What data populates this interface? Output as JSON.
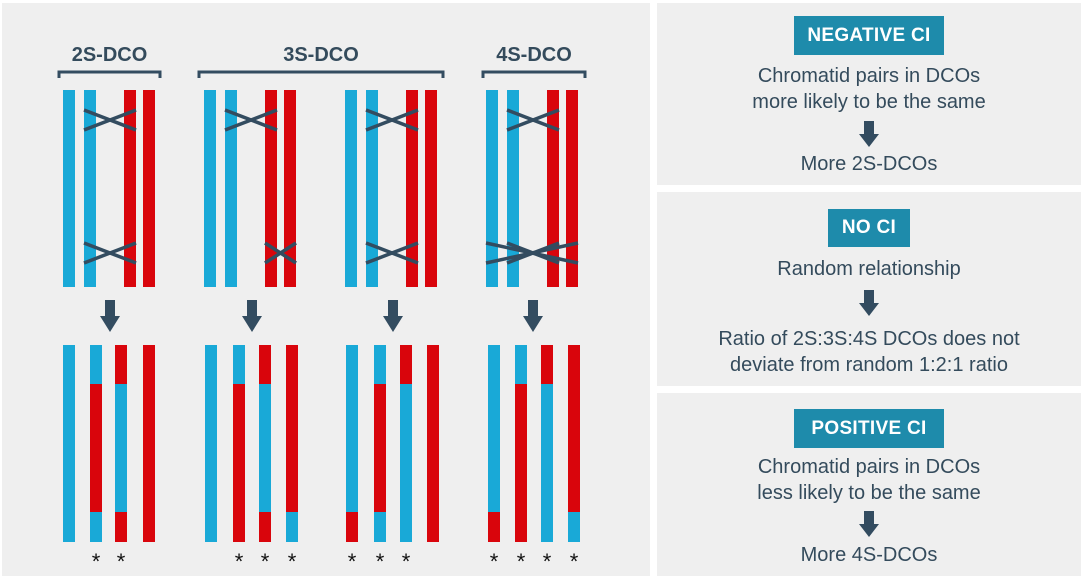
{
  "groups": [
    {
      "label": "2S-DCO"
    },
    {
      "label": "3S-DCO"
    },
    {
      "label": "4S-DCO"
    }
  ],
  "asterisk": "*",
  "colors": {
    "blue": "#19a9d7",
    "red": "#d9050c",
    "cross": "#334c60",
    "text": "#344b5c",
    "badge": "#1e8bab",
    "panel": "#efefef"
  },
  "boxes": [
    {
      "badge": "NEGATIVE CI",
      "line1": "Chromatid pairs in DCOs",
      "line2": "more likely to be the same",
      "result": "More 2S-DCOs"
    },
    {
      "badge": "NO CI",
      "line1": "Random relationship",
      "line2": "Ratio of 2S:3S:4S DCOs does not",
      "line3": "deviate from random 1:2:1 ratio"
    },
    {
      "badge": "POSITIVE CI",
      "line1": "Chromatid pairs in DCOs",
      "line2": "less likely to be the same",
      "result": "More 4S-DCOs"
    }
  ]
}
